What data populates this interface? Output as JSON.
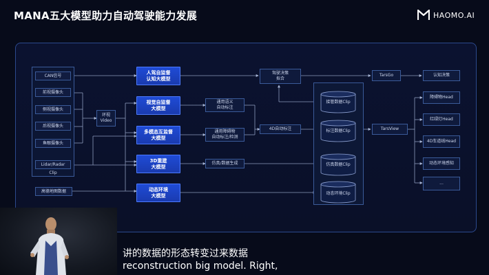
{
  "header": {
    "title": "MANA五大模型助力自动驾驶能力发展"
  },
  "logo": {
    "text": "HAOMO.AI"
  },
  "inputs": [
    "CAN信号",
    "前视摄像头",
    "侧视摄像头",
    "后视摄像头",
    "鱼眼摄像头"
  ],
  "lidar_label": "Lidar/Radar",
  "clip_label": "Clip",
  "map_label": "高德地图数据",
  "video_node": "环视\nVideo",
  "models": [
    "人驾自监督\n认知大模型",
    "视觉自监督\n大模型",
    "多模态互监督\n大模型",
    "3D重建\n大模型",
    "动态环境\n大模型"
  ],
  "mid_nodes": [
    "通用语义\n自动标注",
    "通用障碍物\n自动标注/检测",
    "仿真/数据生成"
  ],
  "decision_fit": "驾驶决策\n拟合",
  "auto_label_4d": "4D自动标注",
  "databases": [
    "接管数据Clip",
    "标注数据Clip",
    "仿真数据Clip",
    "动态环境Clip"
  ],
  "tars_go": "TarsGo",
  "tars_view": "TarsView",
  "cognition": "认知决策",
  "heads": [
    "障碍物Head",
    "红绿灯Head",
    "4D车道线Head",
    "动态环境感知",
    "..."
  ],
  "subtitle": {
    "line1": "讲的数据的形态转变过来数据",
    "line2": "reconstruction big model. Right,"
  },
  "colors": {
    "background": "#070b1a",
    "model_blue": "#1f4bd6",
    "border": "#3b5b9a"
  }
}
